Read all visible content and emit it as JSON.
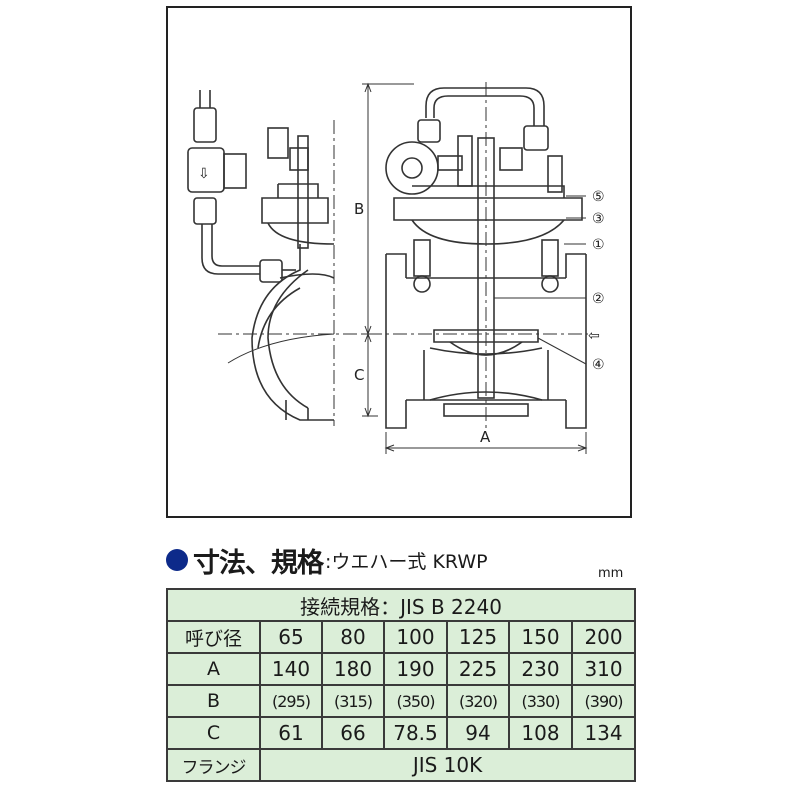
{
  "drawing": {
    "callouts": [
      "⑤",
      "③",
      "①",
      "②",
      "④"
    ],
    "dimensions": {
      "a": "A",
      "b": "B",
      "c": "C"
    },
    "flow_arrow": "⇦",
    "flow_down": "⇩"
  },
  "spec": {
    "title": "寸法、規格",
    "subtitle": ":ウエハー式 KRWP",
    "unit": "mm",
    "standard": "接続規格：JIS B 2240",
    "rows": [
      {
        "label": "呼び径",
        "values": [
          "65",
          "80",
          "100",
          "125",
          "150",
          "200"
        ]
      },
      {
        "label": "A",
        "values": [
          "140",
          "180",
          "190",
          "225",
          "230",
          "310"
        ]
      },
      {
        "label": "B",
        "values": [
          "(295)",
          "(315)",
          "(350)",
          "(320)",
          "(330)",
          "(390)"
        ]
      },
      {
        "label": "C",
        "values": [
          "61",
          "66",
          "78.5",
          "94",
          "108",
          "134"
        ]
      }
    ],
    "flange_label": "フランジ",
    "flange_value": "JIS 10K"
  }
}
